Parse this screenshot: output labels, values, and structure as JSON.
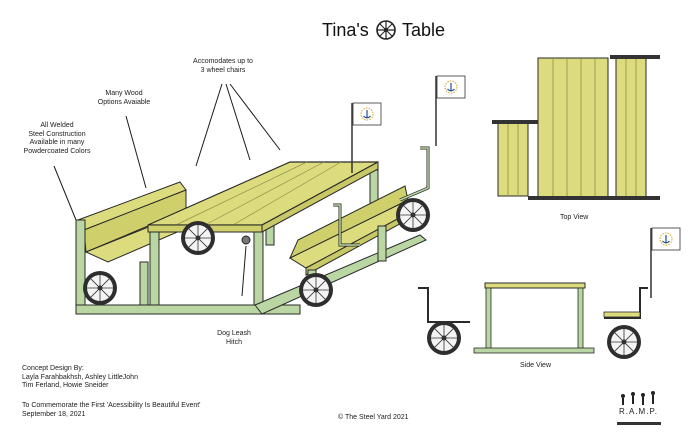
{
  "title": {
    "left": "Tina's",
    "right": "Table"
  },
  "icons": {
    "title_icon": "wheelchair-wheel-icon",
    "flag_emblem": "anchor-icon"
  },
  "callouts": {
    "wheelchairs": [
      "Accomodates up to",
      "3 wheel chairs"
    ],
    "wood": [
      "Many Wood",
      "Options Avaiable"
    ],
    "steel": [
      "All Welded",
      "Steel Construction",
      "Available in many",
      "Powdercoated Colors"
    ],
    "leash": [
      "Dog Leash",
      "Hitch"
    ]
  },
  "view_labels": {
    "top": "Top View",
    "side": "Side View"
  },
  "credits": {
    "heading": "Concept Design By:",
    "line1": "Layla Farahbakhsh, Ashley LittleJohn",
    "line2": "Tim Ferland, Howie Sneider"
  },
  "event": {
    "line1": "To Commemorate the First 'Acessibility Is Beautiful Event'",
    "line2": "September 18, 2021"
  },
  "copyright": "© The Steel Yard 2021",
  "logo": {
    "text": "R.A.M.P."
  },
  "colors": {
    "frame_green": "#b9d6a3",
    "wood_yellow": "#dcdc7e",
    "outline": "#2a2a2a"
  }
}
